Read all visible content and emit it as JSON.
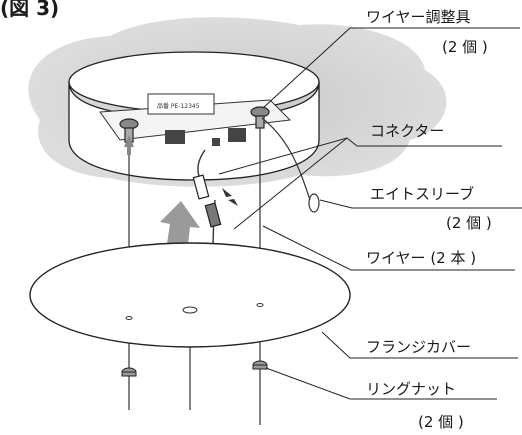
{
  "figure_tag": "(図 3)",
  "labels": {
    "wire_adjuster": "ワイヤー調整具",
    "wire_adjuster_qty": "(2 個 )",
    "connector": "コネクター",
    "eight_sleeve": "エイトスリーブ",
    "eight_sleeve_qty": "(2 個 )",
    "wire": "ワイヤー (2 本 )",
    "flange_cover": "フランジカバー",
    "ring_nut": "リングナット",
    "ring_nut_qty": "(2 個 )"
  },
  "fixture_marking": "品番 PE-12345"
}
